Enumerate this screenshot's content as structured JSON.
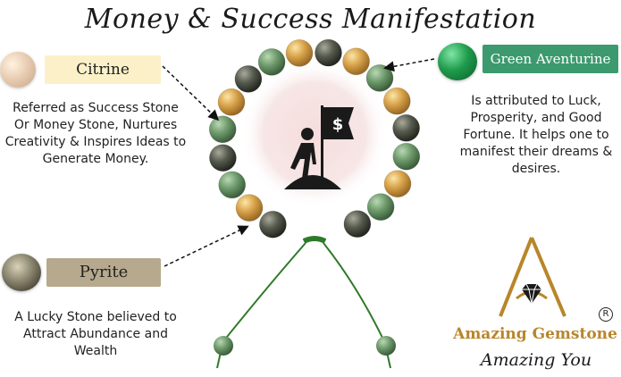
{
  "title": "Money & Success Manifestation",
  "stones": {
    "citrine": {
      "name": "Citrine",
      "description_lines": [
        "Referred as Success Stone",
        "Or Money Stone, Nurtures",
        "Creativity & Inspires Ideas to",
        "Generate Money."
      ]
    },
    "green_aventurine": {
      "name": "Green Aventurine",
      "description_lines": [
        "Is attributed to Luck,",
        "Prosperity, and Good",
        "Fortune. It helps one to",
        "manifest their dreams &",
        "desires."
      ]
    },
    "pyrite": {
      "name": "Pyrite",
      "description_lines": [
        "A Lucky Stone believed to",
        "Attract Abundance and",
        "Wealth"
      ]
    }
  },
  "center_icon": "person-with-dollar-flag-icon",
  "brand": {
    "name": "Amazing Gemstone",
    "tagline": "Amazing You",
    "registered_mark": "R"
  },
  "colors": {
    "citrine_banner": "#fbf0c8",
    "green_banner": "#3c9a6e",
    "pyrite_banner": "#b7a98d",
    "brand_gold": "#b8862a",
    "cord_green": "#2f7a2a"
  }
}
